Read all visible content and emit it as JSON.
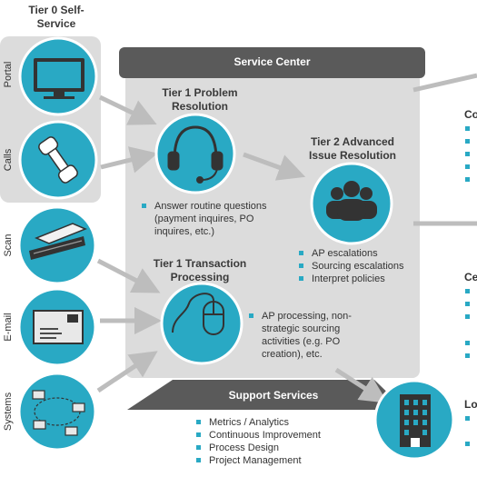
{
  "tier0": {
    "title": "Tier 0 Self-Service"
  },
  "channels": {
    "portal": "Portal",
    "calls": "Calls",
    "scan": "Scan",
    "email": "E-mail",
    "systems": "Systems"
  },
  "service_center": {
    "header": "Service Center"
  },
  "tier1_problem": {
    "title_line1": "Tier 1 Problem",
    "title_line2": "Resolution",
    "bullets": [
      "Answer routine questions (payment inquires, PO inquires, etc.)"
    ]
  },
  "tier2": {
    "title_line1": "Tier 2 Advanced",
    "title_line2": "Issue Resolution",
    "bullets": [
      "AP escalations",
      "Sourcing escalations",
      "Interpret policies"
    ]
  },
  "tier1_transaction": {
    "title_line1": "Tier 1 Transaction",
    "title_line2": "Processing",
    "bullets": [
      "AP processing, non-strategic sourcing activities (e.g. PO creation), etc."
    ]
  },
  "support_services": {
    "header": "Support Services",
    "bullets": [
      "Metrics / Analytics",
      "Continuous Improvement",
      "Process Design",
      "Project Management"
    ]
  },
  "right_panels": [
    "Co",
    "Ce",
    "Lo"
  ],
  "colors": {
    "accent": "#29a9c4",
    "panel_gray": "#dcdcdc",
    "header_dark": "#5a5a5a",
    "arrow_gray": "#bdbdbd"
  }
}
